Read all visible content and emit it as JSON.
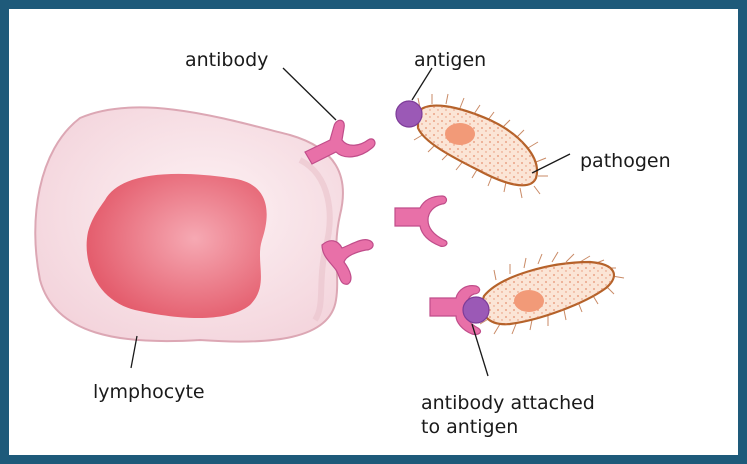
{
  "labels": {
    "antibody": "antibody",
    "antigen": "antigen",
    "pathogen": "pathogen",
    "lymphocyte": "lymphocyte",
    "attached_line1": "antibody attached",
    "attached_line2": "to antigen"
  },
  "colors": {
    "border": "#1e5a7a",
    "cell_body": "#f7dde3",
    "cell_outline": "#d9a3b0",
    "nucleus": "#e8707c",
    "antibody": "#e870a8",
    "antibody_outline": "#b83f7c",
    "antigen": "#9b59b6",
    "pathogen_fill": "#fbe5d6",
    "pathogen_outline": "#b5622a",
    "pathogen_nucleus": "#f29a78"
  }
}
